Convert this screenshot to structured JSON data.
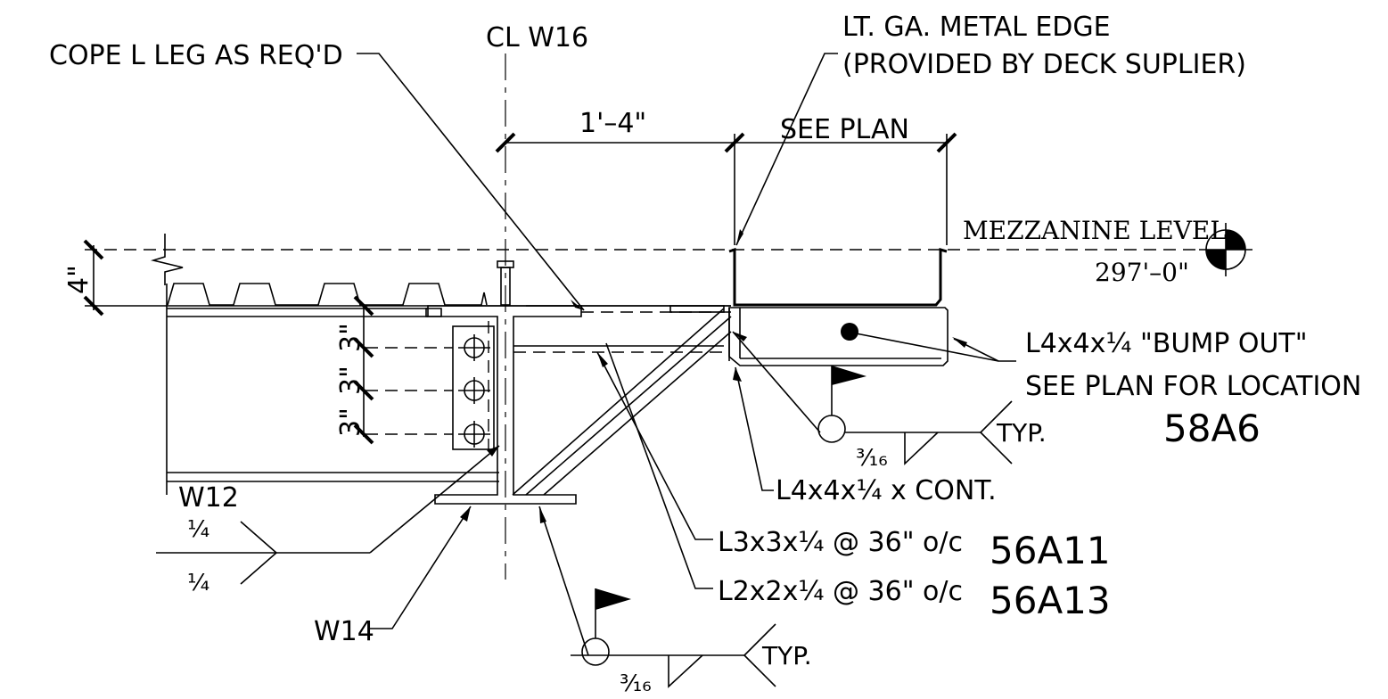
{
  "labels": {
    "cope": "COPE L LEG AS REQ'D",
    "cl_w16": "CL W16",
    "metal_edge_1": "LT. GA. METAL EDGE",
    "metal_edge_2": "(PROVIDED BY DECK SUPLIER)",
    "dim_1ft4": "1'–4\"",
    "see_plan": "SEE PLAN",
    "mezzanine": "MEZZANINE LEVEL",
    "elevation": "297'–0\"",
    "dim_4in": "4\"",
    "bolt_3a": "3\"",
    "bolt_3b": "3\"",
    "bolt_3c": "3\"",
    "bump_out_1": "L4x4x¼ \"BUMP OUT\"",
    "bump_out_2": "SEE PLAN FOR LOCATION",
    "ref_58a6": "58A6",
    "typ_1": "TYP.",
    "weld_316_a": "³⁄₁₆",
    "cont_angle": "L4x4x¼ x CONT.",
    "w12": "W12",
    "weld_14_top": "¹⁄₄",
    "weld_14_bot": "¹⁄₄",
    "l3x3": "L3x3x¼ @ 36\" o/c",
    "ref_56a11": "56A11",
    "l2x2": "L2x2x¼ @ 36\" o/c",
    "ref_56a13": "56A13",
    "w14": "W14",
    "typ_2": "TYP.",
    "weld_316_b": "³⁄₁₆"
  }
}
